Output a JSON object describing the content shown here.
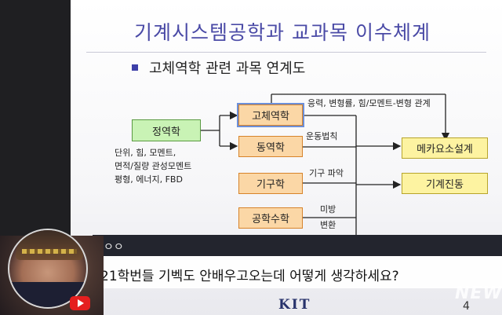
{
  "slide": {
    "title": "기계시스템공학과 교과목 이수체계",
    "subtitle": "고체역학 관련 과목 연계도",
    "logo": "KIT",
    "page_number": "4"
  },
  "diagram": {
    "boxes": {
      "statics": "정역학",
      "solid_mechanics": "고체역학",
      "dynamics": "동역학",
      "kinematics": "기구학",
      "engineering_math": "공학수학",
      "mechatronics_design": "메카요소설계",
      "mechanical_vibration": "기계진동"
    },
    "labels": {
      "stress_relations": "응력, 변형률, 힘/모멘트-변형 관계",
      "motion_law": "운동법칙",
      "mechanism_understanding": "기구 파악",
      "differential": "미방",
      "transform": "변환"
    },
    "statics_topics": [
      "단위, 힘, 모멘트,",
      "면적/질량 관성모멘트",
      "평형, 에너지, FBD"
    ],
    "colors": {
      "green_box": "#c9f3b5",
      "orange_box": "#fbd7a6",
      "yellow_box": "#fdf3a1",
      "title_blue": "#4a4aa6"
    }
  },
  "stream": {
    "chat_author": "ㅇㅇ",
    "chat_message": "21학번들 기벡도 안배우고오는데 어떻게 생각하세요?",
    "platform_icon": "youtube-icon"
  },
  "watermark": "NEWSIS"
}
